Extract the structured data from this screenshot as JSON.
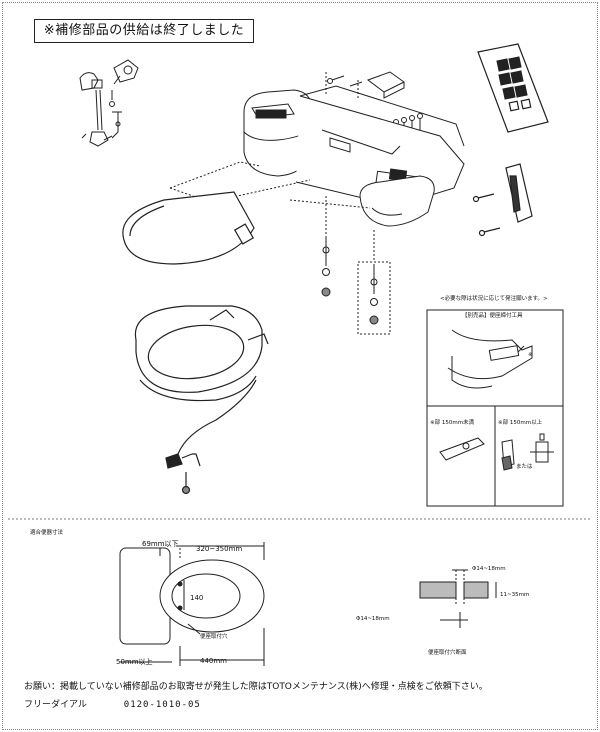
{
  "notice": "※補修部品の供給は終了しました",
  "options_panel": {
    "caption": "<必要な際は状況に応じて発注願います。>",
    "subtitle": "【別売品】便座締付工具",
    "asterisk": "※",
    "left_label": "※部 150mm未満",
    "right_label": "※部 150mm以上",
    "or_text": "または"
  },
  "dimensions": {
    "section_title": "適合便器寸法",
    "d69": "69mm以下",
    "d320": "320~350mm",
    "d140": "140",
    "d50": "50mm以上",
    "d440": "440mm",
    "hole_label": "便座取付穴",
    "d14a": "Φ14~18mm",
    "d11": "11~35mm",
    "d14b": "Φ14~18mm",
    "section_label": "便座取付穴断面"
  },
  "footer": {
    "request": "お願い：掲載していない補修部品のお取寄せが発生した際はTOTOメンテナンス(株)へ修理・点検をご依頼下さい。",
    "freedial_label": "フリーダイアル",
    "freedial_number": "0120-1010-05"
  }
}
